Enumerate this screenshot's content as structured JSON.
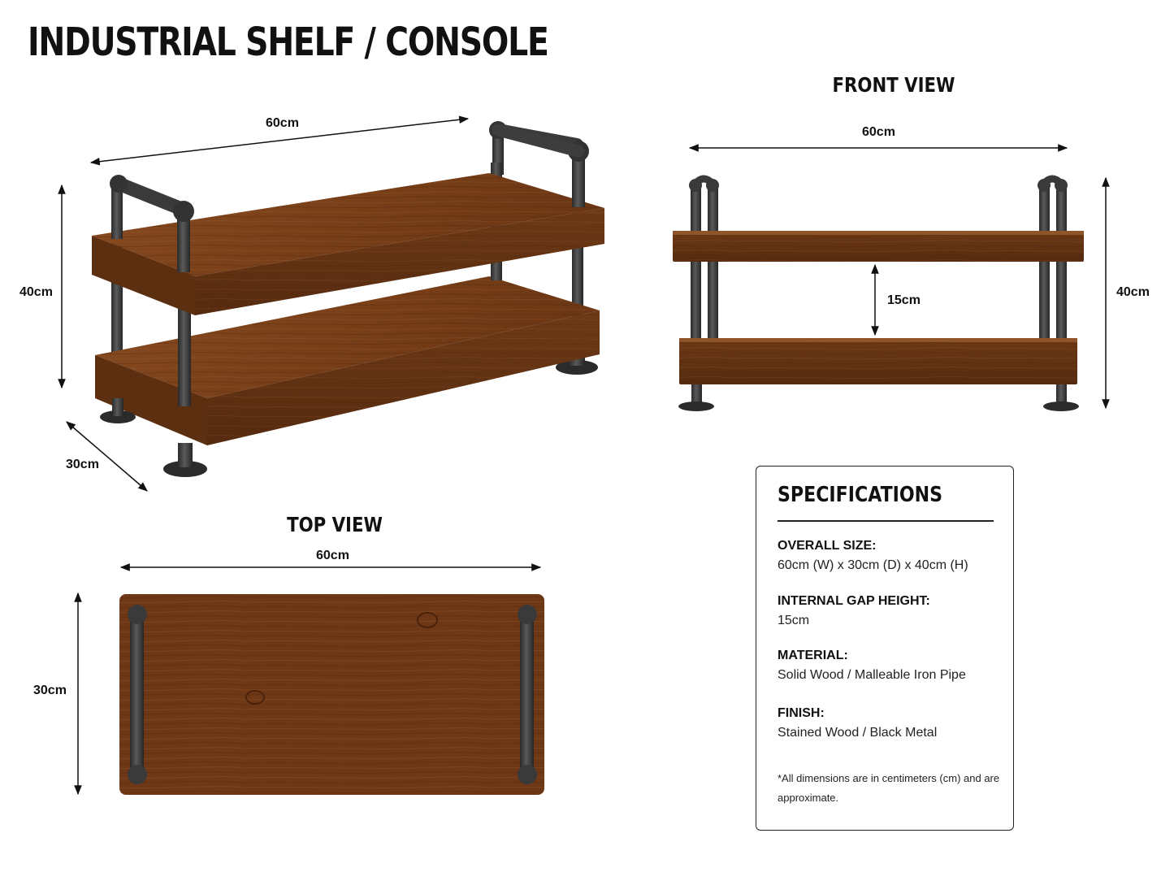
{
  "title": "INDUSTRIAL SHELF / CONSOLE",
  "views": {
    "perspective": {
      "width": "60cm",
      "height": "40cm",
      "depth": "30cm"
    },
    "front": {
      "title": "FRONT VIEW",
      "width": "60cm",
      "height": "40cm",
      "gap": "15cm"
    },
    "top": {
      "title": "TOP VIEW",
      "width": "60cm",
      "depth": "30cm"
    }
  },
  "specifications": {
    "title": "SPECIFICATIONS",
    "items": [
      {
        "label": "OVERALL SIZE:",
        "value": "60cm (W) x 30cm (D) x 40cm (H)"
      },
      {
        "label": "INTERNAL GAP HEIGHT:",
        "value": "15cm"
      },
      {
        "label": "MATERIAL:",
        "value": "Solid Wood / Malleable Iron Pipe"
      },
      {
        "label": "FINISH:",
        "value": "Stained Wood / Black Metal"
      }
    ],
    "note": "*All dimensions are in centimeters (cm) and are approximate."
  },
  "colors": {
    "wood": "#7a4420",
    "wood_dark": "#5a2f14",
    "pipe": "#3c3c3c",
    "ink": "#111111"
  }
}
